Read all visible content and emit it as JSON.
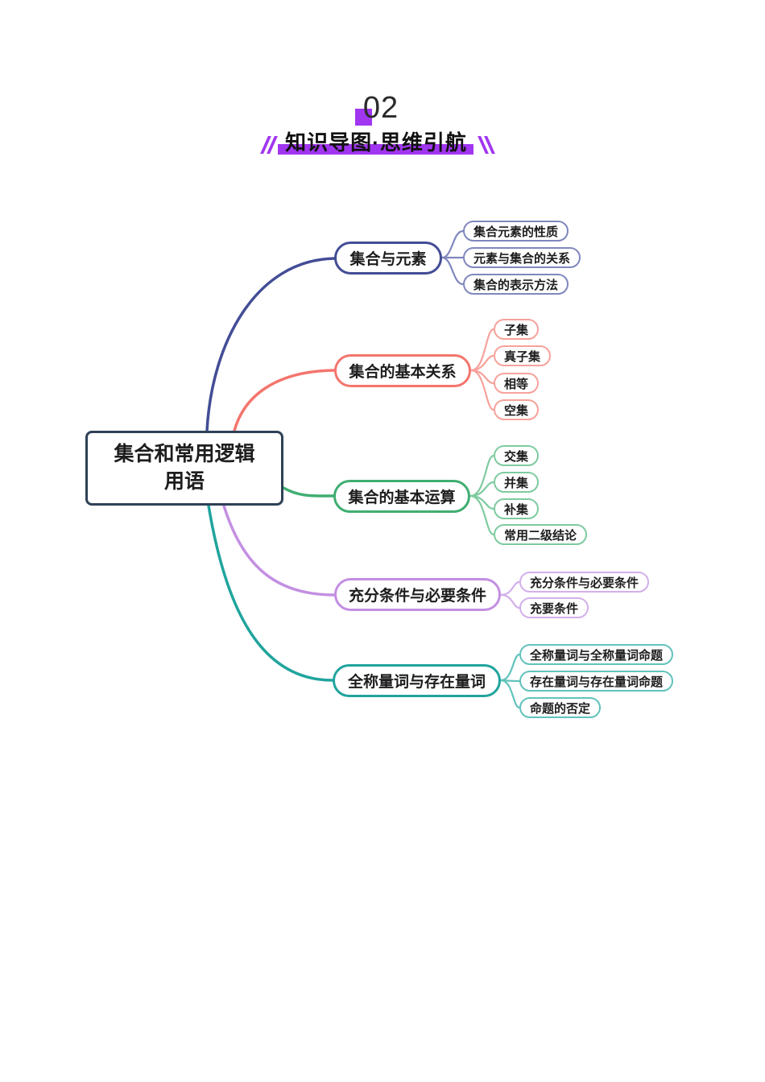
{
  "header": {
    "number": "02",
    "title": "知识导图·思维引航",
    "accent_color": "#A136F0"
  },
  "mindmap": {
    "root": {
      "label": "集合和常用逻辑用语",
      "border_color": "#2E4156"
    },
    "branches": [
      {
        "label": "集合与元素",
        "color": "#434D96",
        "child_color": "#8087BE",
        "children": [
          "集合元素的性质",
          "元素与集合的关系",
          "集合的表示方法"
        ]
      },
      {
        "label": "集合的基本关系",
        "color": "#F4756D",
        "child_color": "#F7A29B",
        "children": [
          "子集",
          "真子集",
          "相等",
          "空集"
        ]
      },
      {
        "label": "集合的基本运算",
        "color": "#3FAE71",
        "child_color": "#7ECBA0",
        "children": [
          "交集",
          "并集",
          "补集",
          "常用二级结论"
        ]
      },
      {
        "label": "充分条件与必要条件",
        "color": "#C38FE2",
        "child_color": "#D3AFEA",
        "children": [
          "充分条件与必要条件",
          "充要条件"
        ]
      },
      {
        "label": "全称量词与存在量词",
        "color": "#20A49D",
        "child_color": "#62C2BC",
        "children": [
          "全称量词与全称量词命题",
          "存在量词与存在量词命题",
          "命题的否定"
        ]
      }
    ]
  }
}
